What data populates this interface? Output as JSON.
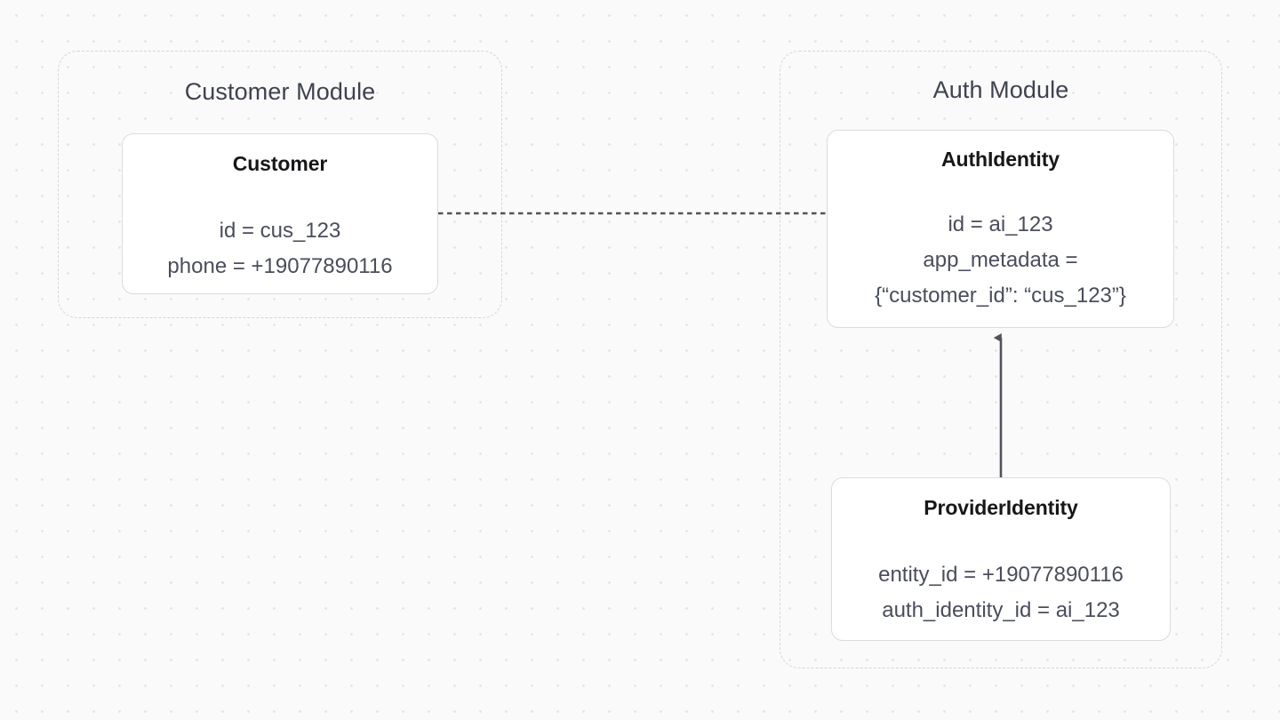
{
  "canvas": {
    "background_color": "#fafafa",
    "dot_grid_color": "#e4e4e7"
  },
  "modules": [
    {
      "id": "customer-module",
      "title": "Customer Module"
    },
    {
      "id": "auth-module",
      "title": "Auth Module"
    }
  ],
  "entities": {
    "customer": {
      "title": "Customer",
      "fields": [
        "id = cus_123",
        "phone = +19077890116"
      ]
    },
    "auth_identity": {
      "title": "AuthIdentity",
      "fields": [
        "id = ai_123",
        "app_metadata =",
        "{“customer_id”: “cus_123”}"
      ]
    },
    "provider_identity": {
      "title": "ProviderIdentity",
      "fields": [
        "entity_id = +19077890116",
        "auth_identity_id = ai_123"
      ]
    }
  },
  "connectors": [
    {
      "id": "customer-to-authidentity",
      "style": "dashed",
      "color": "#52525b",
      "arrowhead": false,
      "from": "customer",
      "to": "auth_identity"
    },
    {
      "id": "provideridentity-to-authidentity",
      "style": "solid",
      "color": "#52525b",
      "arrowhead": true,
      "from": "provider_identity",
      "to": "auth_identity"
    }
  ]
}
